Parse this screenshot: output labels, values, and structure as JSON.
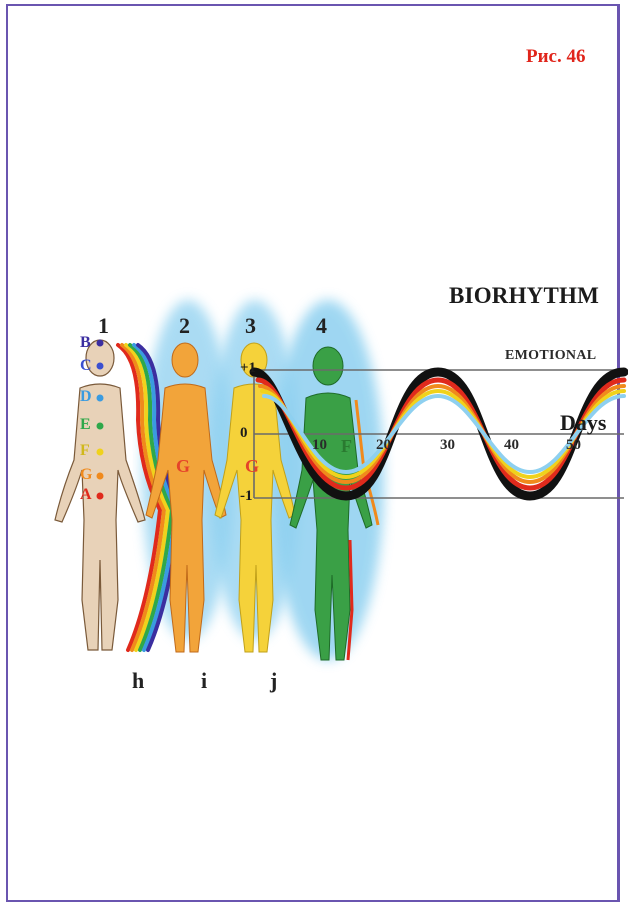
{
  "figure_label": "Рис. 46",
  "title": "BIORHYTHM",
  "curve_label": "EMOTIONAL",
  "x_axis_label": "Days",
  "y_ticks": [
    "+1",
    "0",
    "-1"
  ],
  "x_ticks": [
    "10",
    "20",
    "30",
    "40",
    "50"
  ],
  "figure_numbers": [
    "1",
    "2",
    "3",
    "4"
  ],
  "bottom_letters": [
    "h",
    "i",
    "j"
  ],
  "chakra_letters": [
    "B",
    "C",
    "D",
    "E",
    "F",
    "G",
    "A"
  ],
  "body_letters": [
    "G",
    "G",
    "F"
  ],
  "chakra_colors": [
    "#3b2ea0",
    "#3a4fd0",
    "#3a9be0",
    "#2fa84a",
    "#f0d21c",
    "#f08a1c",
    "#e02a1c"
  ],
  "figure_colors": [
    "#e8d2b8",
    "#f2a43a",
    "#f5d23a",
    "#3aa046"
  ]
}
